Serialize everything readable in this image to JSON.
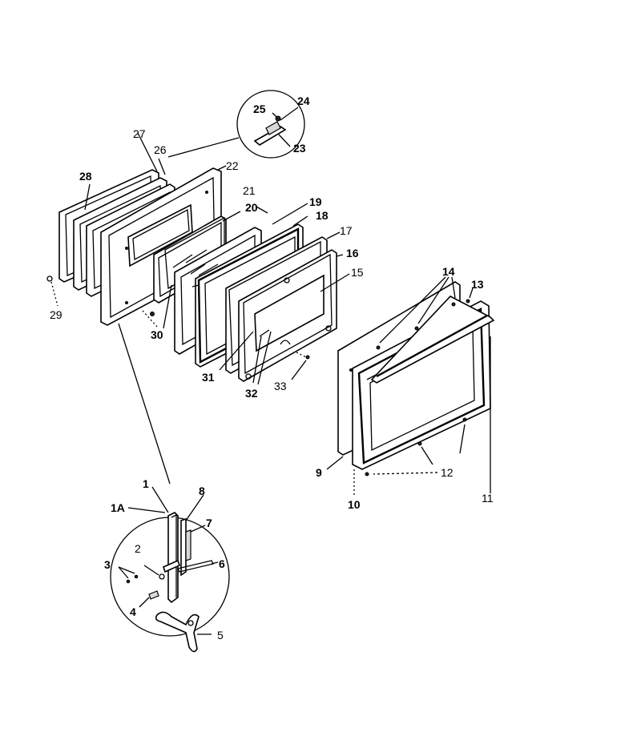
{
  "diagram": {
    "callouts": [
      {
        "id": "c24",
        "text": "24"
      },
      {
        "id": "c25",
        "text": "25"
      },
      {
        "id": "c23",
        "text": "23"
      },
      {
        "id": "c27",
        "text": "27"
      },
      {
        "id": "c26",
        "text": "26"
      },
      {
        "id": "c28",
        "text": "28"
      },
      {
        "id": "c22",
        "text": "22"
      },
      {
        "id": "c21",
        "text": "21"
      },
      {
        "id": "c20",
        "text": "20"
      },
      {
        "id": "c19",
        "text": "19"
      },
      {
        "id": "c18",
        "text": "18"
      },
      {
        "id": "c17",
        "text": "17"
      },
      {
        "id": "c16",
        "text": "16"
      },
      {
        "id": "c15",
        "text": "15"
      },
      {
        "id": "c14",
        "text": "14"
      },
      {
        "id": "c13",
        "text": "13"
      },
      {
        "id": "c29",
        "text": "29"
      },
      {
        "id": "c30",
        "text": "30"
      },
      {
        "id": "c31",
        "text": "31"
      },
      {
        "id": "c32",
        "text": "32"
      },
      {
        "id": "c33",
        "text": "33"
      },
      {
        "id": "c9",
        "text": "9"
      },
      {
        "id": "c12",
        "text": "12"
      },
      {
        "id": "c10",
        "text": "10"
      },
      {
        "id": "c11",
        "text": "11"
      },
      {
        "id": "c1",
        "text": "1"
      },
      {
        "id": "c8",
        "text": "8"
      },
      {
        "id": "c1A",
        "text": "1A"
      },
      {
        "id": "c7",
        "text": "7"
      },
      {
        "id": "c2",
        "text": "2"
      },
      {
        "id": "c3",
        "text": "3"
      },
      {
        "id": "c6",
        "text": "6"
      },
      {
        "id": "c4",
        "text": "4"
      },
      {
        "id": "c5",
        "text": "5"
      }
    ]
  }
}
